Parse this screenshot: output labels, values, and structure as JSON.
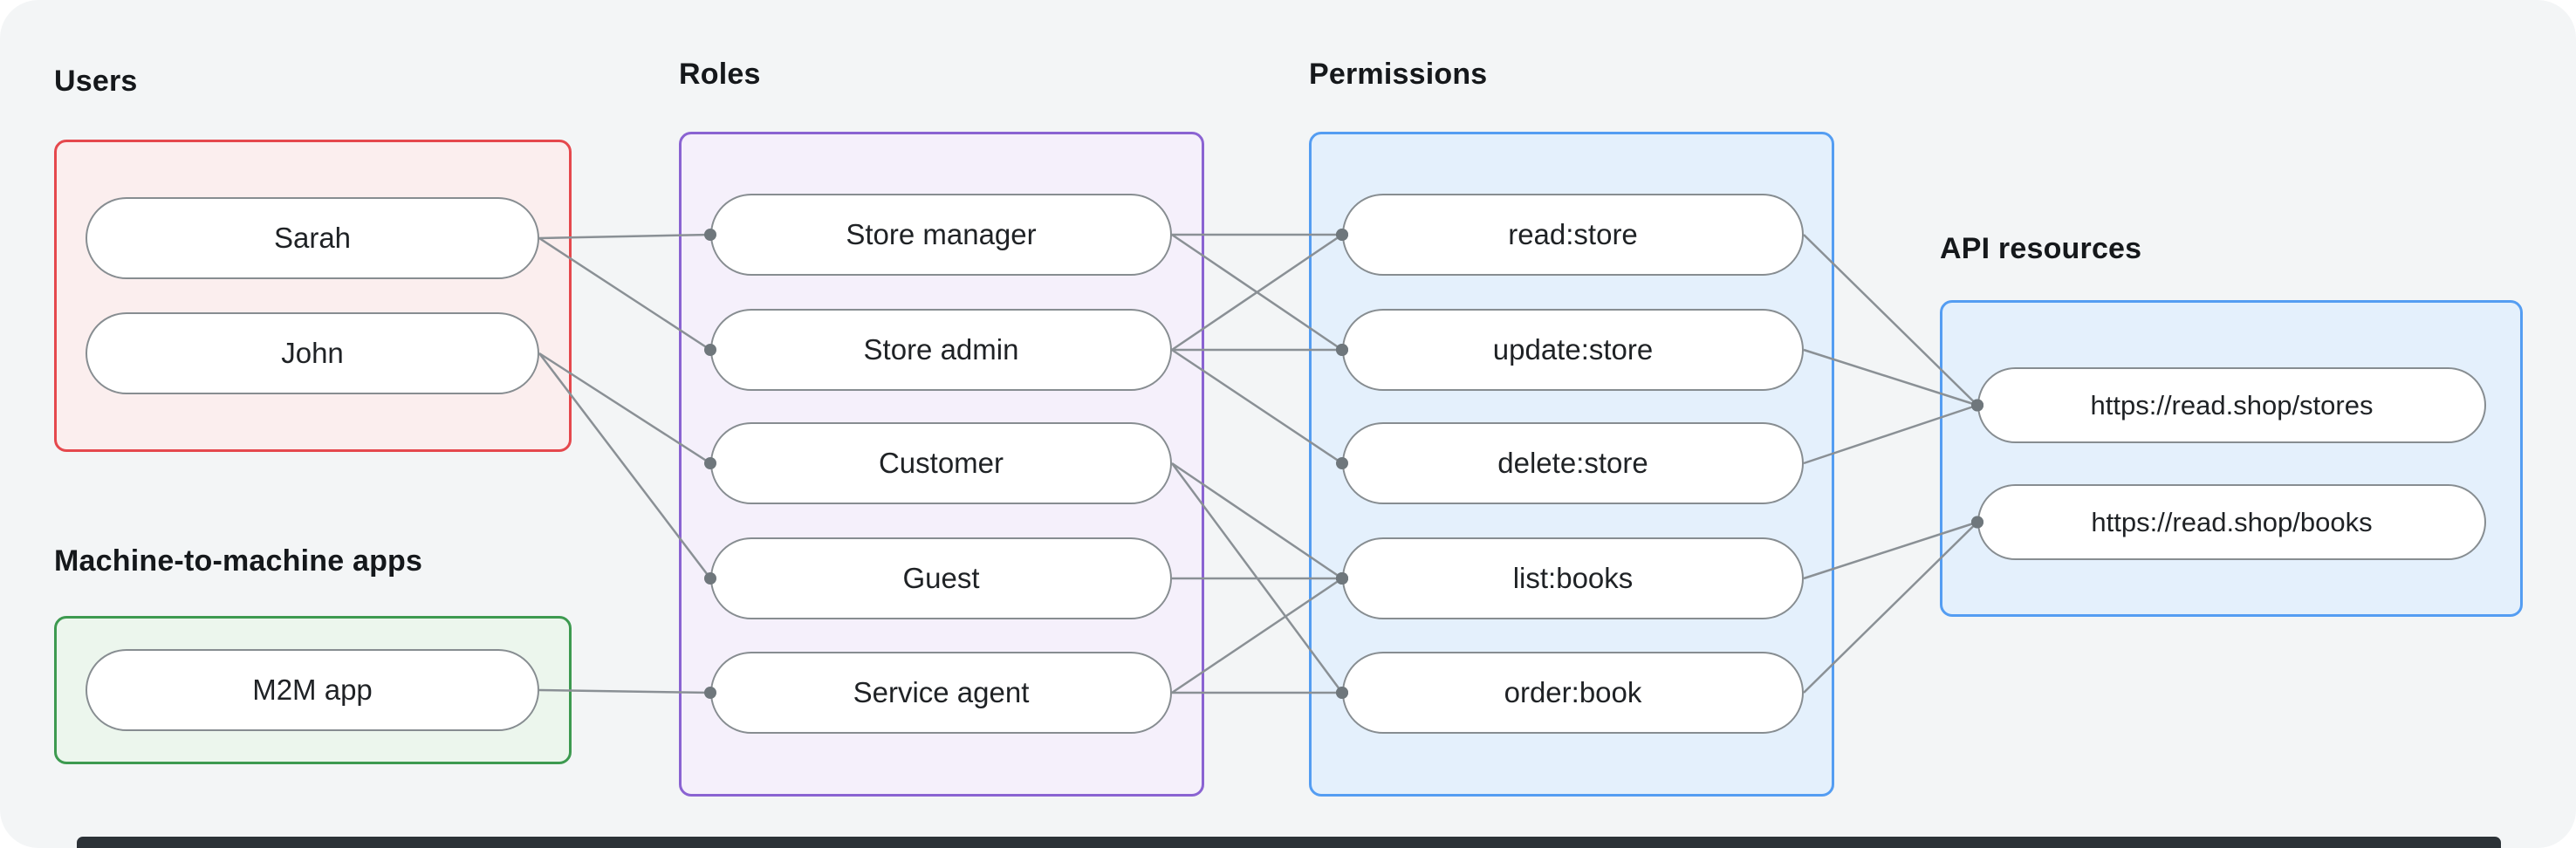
{
  "canvas": {
    "background_color": "#f3f5f6",
    "edge_color": "#8a9095",
    "dot_color": "#6f777c"
  },
  "groups": {
    "users": {
      "label": "Users",
      "border_color": "#e5484d",
      "fill_color": "#fbeeee",
      "items": [
        {
          "id": "sarah",
          "label": "Sarah"
        },
        {
          "id": "john",
          "label": "John"
        }
      ]
    },
    "m2m": {
      "label": "Machine-to-machine apps",
      "border_color": "#3d9a50",
      "fill_color": "#ecf6ed",
      "items": [
        {
          "id": "m2m-app",
          "label": "M2M app"
        }
      ]
    },
    "roles": {
      "label": "Roles",
      "border_color": "#8a63d2",
      "fill_color": "#f5f0fb",
      "items": [
        {
          "id": "store-manager",
          "label": "Store manager"
        },
        {
          "id": "store-admin",
          "label": "Store admin"
        },
        {
          "id": "customer",
          "label": "Customer"
        },
        {
          "id": "guest",
          "label": "Guest"
        },
        {
          "id": "service-agent",
          "label": "Service agent"
        }
      ]
    },
    "permissions": {
      "label": "Permissions",
      "border_color": "#549df2",
      "fill_color": "#e4f0fc",
      "items": [
        {
          "id": "read-store",
          "label": "read:store"
        },
        {
          "id": "update-store",
          "label": "update:store"
        },
        {
          "id": "delete-store",
          "label": "delete:store"
        },
        {
          "id": "list-books",
          "label": "list:books"
        },
        {
          "id": "order-book",
          "label": "order:book"
        }
      ]
    },
    "api_resources": {
      "label": "API resources",
      "border_color": "#549df2",
      "fill_color": "#e4f0fc",
      "items": [
        {
          "id": "stores",
          "label": "https://read.shop/stores"
        },
        {
          "id": "books",
          "label": "https://read.shop/books"
        }
      ]
    }
  },
  "edges": [
    {
      "from": "sarah",
      "to": "store-manager"
    },
    {
      "from": "sarah",
      "to": "store-admin"
    },
    {
      "from": "john",
      "to": "customer"
    },
    {
      "from": "john",
      "to": "guest"
    },
    {
      "from": "m2m-app",
      "to": "service-agent"
    },
    {
      "from": "store-manager",
      "to": "read-store"
    },
    {
      "from": "store-manager",
      "to": "update-store"
    },
    {
      "from": "store-admin",
      "to": "read-store"
    },
    {
      "from": "store-admin",
      "to": "update-store"
    },
    {
      "from": "store-admin",
      "to": "delete-store"
    },
    {
      "from": "customer",
      "to": "list-books"
    },
    {
      "from": "customer",
      "to": "order-book"
    },
    {
      "from": "guest",
      "to": "list-books"
    },
    {
      "from": "service-agent",
      "to": "list-books"
    },
    {
      "from": "service-agent",
      "to": "order-book"
    },
    {
      "from": "read-store",
      "to": "stores"
    },
    {
      "from": "update-store",
      "to": "stores"
    },
    {
      "from": "delete-store",
      "to": "stores"
    },
    {
      "from": "list-books",
      "to": "books"
    },
    {
      "from": "order-book",
      "to": "books"
    }
  ]
}
